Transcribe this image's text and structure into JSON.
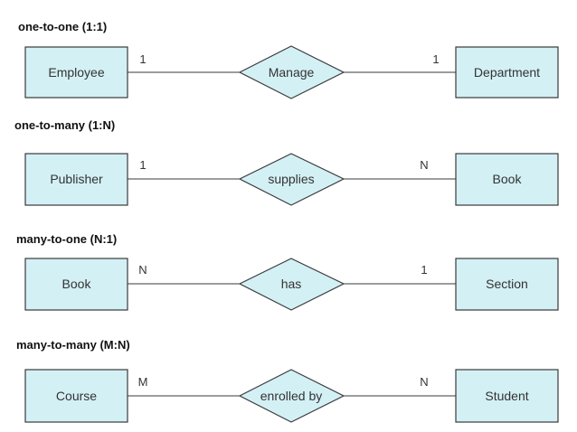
{
  "sections": [
    {
      "heading": "one-to-one (1:1)",
      "left_entity": "Employee",
      "relationship": "Manage",
      "right_entity": "Department",
      "left_cardinality": "1",
      "right_cardinality": "1"
    },
    {
      "heading": "one-to-many (1:N)",
      "left_entity": "Publisher",
      "relationship": "supplies",
      "right_entity": "Book",
      "left_cardinality": "1",
      "right_cardinality": "N"
    },
    {
      "heading": "many-to-one (N:1)",
      "left_entity": "Book",
      "relationship": "has",
      "right_entity": "Section",
      "left_cardinality": "N",
      "right_cardinality": "1"
    },
    {
      "heading": "many-to-many (M:N)",
      "left_entity": "Course",
      "relationship": "enrolled by",
      "right_entity": "Student",
      "left_cardinality": "M",
      "right_cardinality": "N"
    }
  ],
  "colors": {
    "shape_fill": "#d3f0f5",
    "stroke": "#3a3a3a",
    "text": "#333333"
  }
}
